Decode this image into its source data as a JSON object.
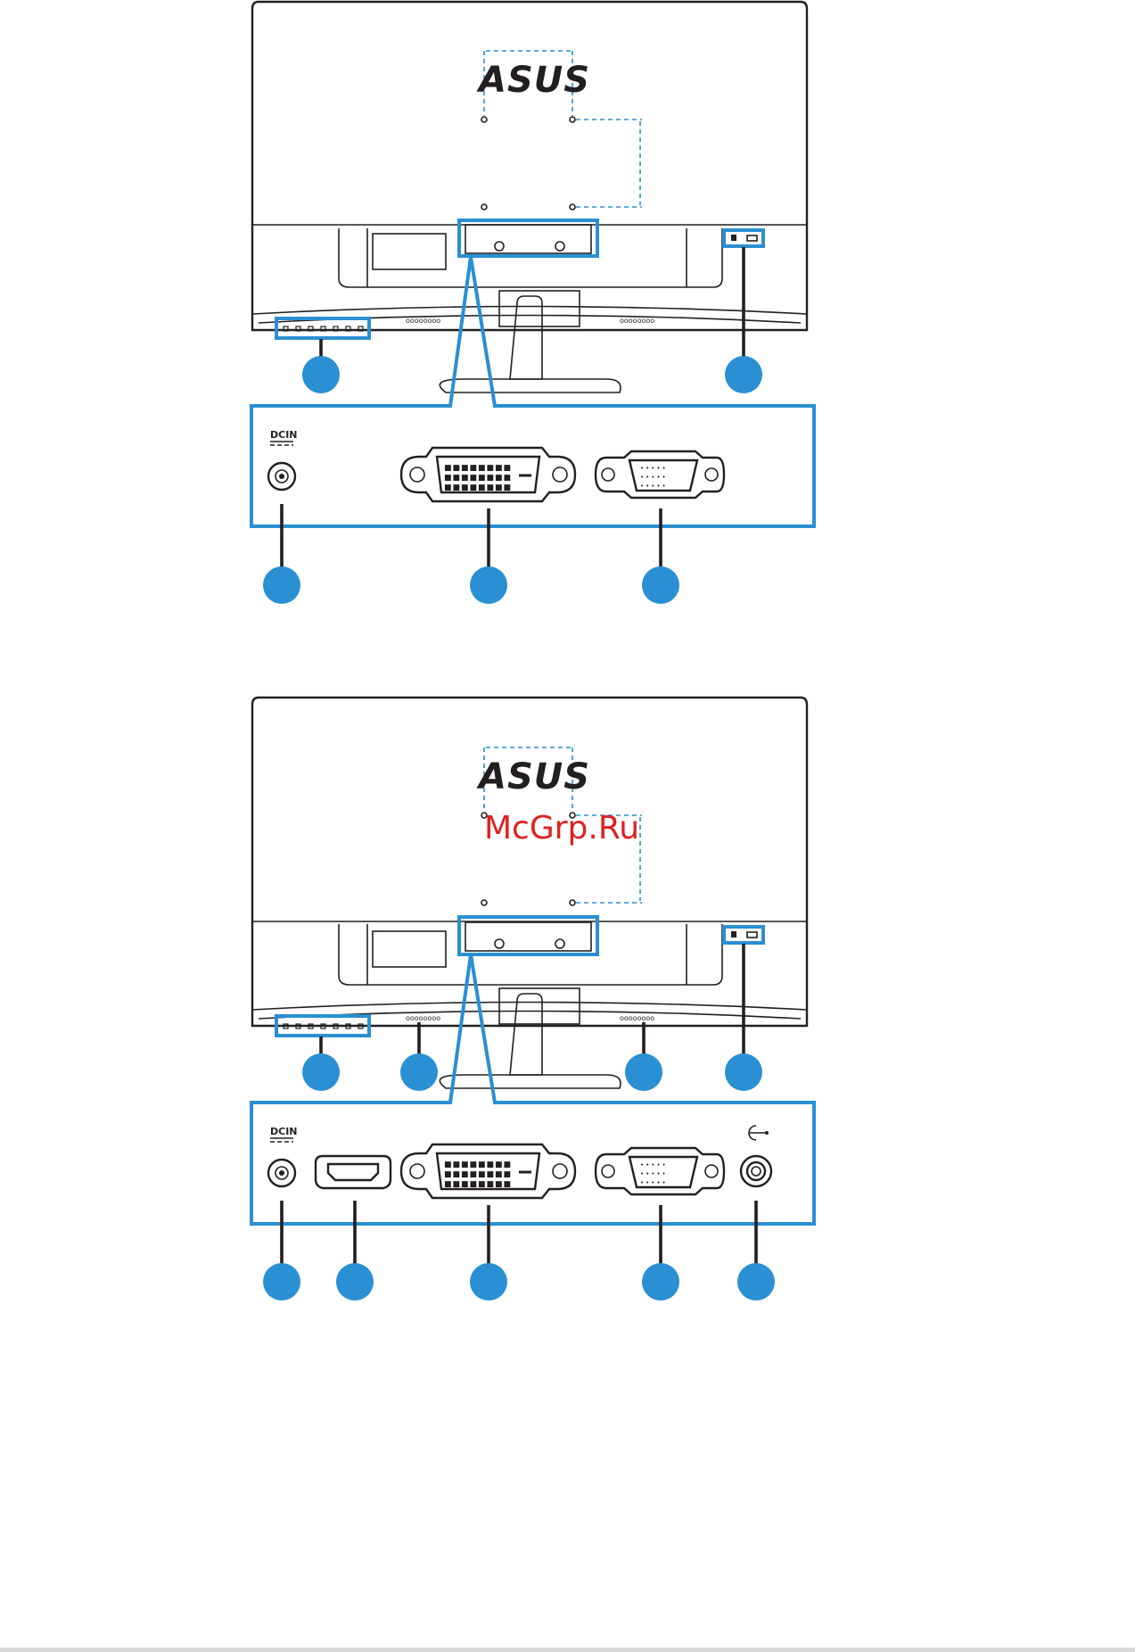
{
  "diagram1": {
    "logo_text": "ASUS",
    "dc_label": "DCIN"
  },
  "diagram2": {
    "logo_text": "ASUS",
    "dc_label": "DCIN",
    "watermark": "McGrp.Ru"
  },
  "colors": {
    "accent": "#2a8fd3",
    "line": "#231f20",
    "watermark": "#e02020"
  }
}
